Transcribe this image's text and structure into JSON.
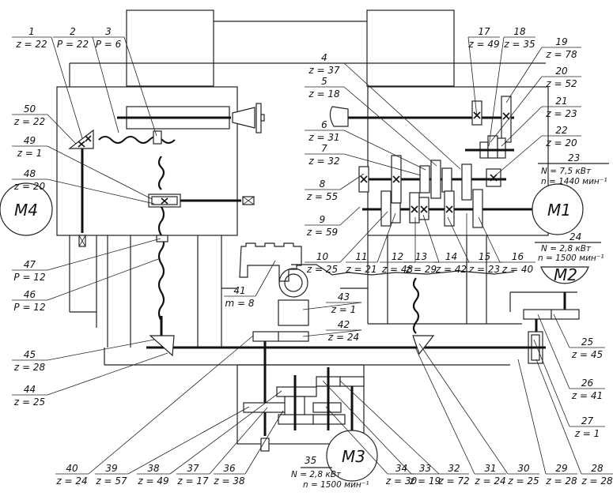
{
  "title": "Kinematic scheme of milling machine",
  "parts": [
    {
      "num": "1",
      "param": "z = 22"
    },
    {
      "num": "2",
      "param": "P = 22"
    },
    {
      "num": "3",
      "param": "P = 6"
    },
    {
      "num": "4",
      "param": "z = 37"
    },
    {
      "num": "5",
      "param": "z = 18"
    },
    {
      "num": "6",
      "param": "z = 31"
    },
    {
      "num": "7",
      "param": "z = 32"
    },
    {
      "num": "8",
      "param": "z = 55"
    },
    {
      "num": "9",
      "param": "z = 59"
    },
    {
      "num": "10",
      "param": "z = 25"
    },
    {
      "num": "11",
      "param": "z = 21"
    },
    {
      "num": "12",
      "param": "z = 48"
    },
    {
      "num": "13",
      "param": "z = 29"
    },
    {
      "num": "14",
      "param": "z = 42"
    },
    {
      "num": "15",
      "param": "z = 23"
    },
    {
      "num": "16",
      "param": "z = 40"
    },
    {
      "num": "17",
      "param": "z = 49"
    },
    {
      "num": "18",
      "param": "z = 35"
    },
    {
      "num": "19",
      "param": "z = 78"
    },
    {
      "num": "20",
      "param": "z = 52"
    },
    {
      "num": "21",
      "param": "z = 23"
    },
    {
      "num": "22",
      "param": "z = 20"
    },
    {
      "num": "25",
      "param": "z = 45"
    },
    {
      "num": "26",
      "param": "z = 41"
    },
    {
      "num": "27",
      "param": "z = 1"
    },
    {
      "num": "28",
      "param": "z = 28"
    },
    {
      "num": "29",
      "param": "z = 28"
    },
    {
      "num": "30",
      "param": "z = 25"
    },
    {
      "num": "31",
      "param": "z = 24"
    },
    {
      "num": "32",
      "param": "z = 72"
    },
    {
      "num": "33",
      "param": "z = 19"
    },
    {
      "num": "34",
      "param": "z = 30"
    },
    {
      "num": "36",
      "param": "z = 38"
    },
    {
      "num": "37",
      "param": "z = 17"
    },
    {
      "num": "38",
      "param": "z = 49"
    },
    {
      "num": "39",
      "param": "z = 57"
    },
    {
      "num": "40",
      "param": "z = 24"
    },
    {
      "num": "41",
      "param": "m = 8"
    },
    {
      "num": "42",
      "param": "z = 24"
    },
    {
      "num": "43",
      "param": "z = 1"
    },
    {
      "num": "44",
      "param": "z = 25"
    },
    {
      "num": "45",
      "param": "z = 28"
    },
    {
      "num": "46",
      "param": "P = 12"
    },
    {
      "num": "47",
      "param": "P = 12"
    },
    {
      "num": "48",
      "param": "z = 20"
    },
    {
      "num": "49",
      "param": "z = 1"
    },
    {
      "num": "50",
      "param": "z = 22"
    }
  ],
  "motors": {
    "m1": {
      "name": "M1",
      "num": "23",
      "power": "N = 7,5 кВт",
      "speed": "n = 1440 мин⁻¹"
    },
    "m2": {
      "name": "M2",
      "num": "24",
      "power": "N = 2,8 кВт",
      "speed": "n = 1500 мин⁻¹"
    },
    "m3": {
      "name": "M3",
      "num": "35",
      "power": "N = 2,8 кВт",
      "speed": "n = 1500 мин⁻¹"
    },
    "m4": {
      "name": "M4"
    }
  }
}
